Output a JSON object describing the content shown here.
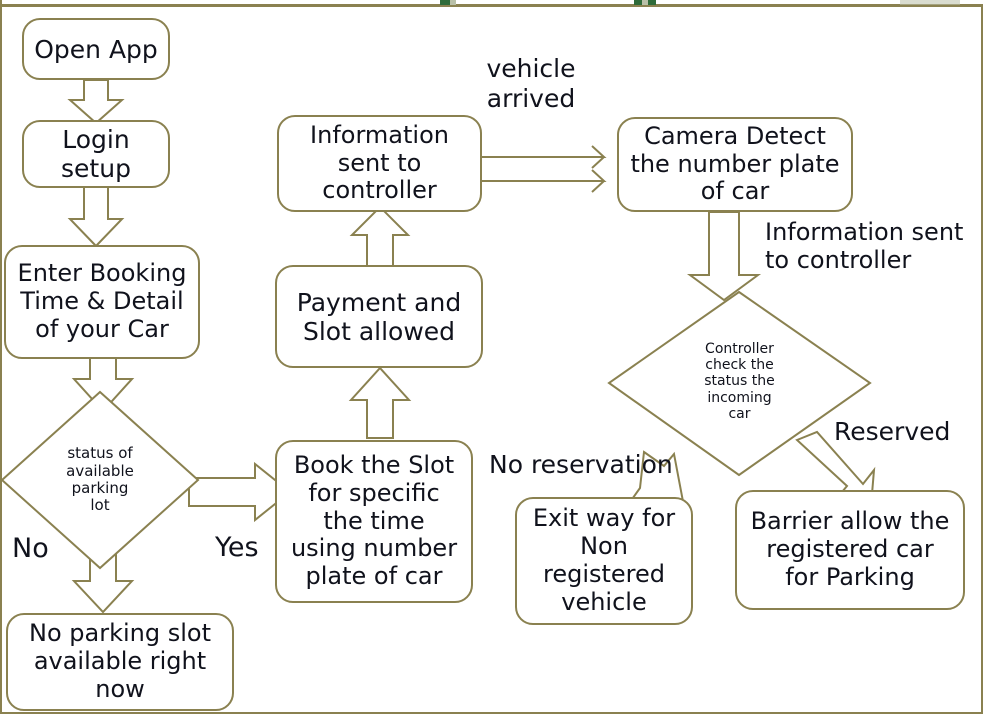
{
  "diagram": {
    "title": "Smart Parking System Flowchart",
    "type": "flowchart",
    "colors": {
      "stroke": "#8a8150",
      "text": "#10121c",
      "fill": "#ffffff",
      "frame": "#8a8150"
    },
    "nodes": [
      {
        "id": "open-app",
        "shape": "rounded-rect",
        "label": "Open App"
      },
      {
        "id": "login-setup",
        "shape": "rounded-rect",
        "label": "Login\nsetup"
      },
      {
        "id": "enter-booking",
        "shape": "rounded-rect",
        "label": "Enter Booking\nTime & Detail\nof your Car"
      },
      {
        "id": "status-decision",
        "shape": "diamond",
        "label": "status of\navailable\nparking\nlot"
      },
      {
        "id": "no-parking",
        "shape": "rounded-rect",
        "label": "No parking slot\navailable right\nnow"
      },
      {
        "id": "book-slot",
        "shape": "rounded-rect",
        "label": "Book the Slot\nfor specific\nthe time\nusing number\nplate of car"
      },
      {
        "id": "payment",
        "shape": "rounded-rect",
        "label": "Payment and\nSlot allowed"
      },
      {
        "id": "info-controller",
        "shape": "rounded-rect",
        "label": "Information\nsent to\ncontroller"
      },
      {
        "id": "camera-detect",
        "shape": "rounded-rect",
        "label": "Camera Detect\nthe number plate\nof car"
      },
      {
        "id": "controller-check",
        "shape": "diamond",
        "label": "Controller\ncheck the\nstatus the\nincoming\ncar"
      },
      {
        "id": "exit-way",
        "shape": "rounded-rect",
        "label": "Exit way for\nNon\nregistered\nvehicle"
      },
      {
        "id": "barrier-allow",
        "shape": "rounded-rect",
        "label": "Barrier allow the\nregistered car\nfor Parking"
      }
    ],
    "edge_labels": [
      {
        "id": "label-vehicle-arrived",
        "text": "vehicle\narrived"
      },
      {
        "id": "label-no",
        "text": "No"
      },
      {
        "id": "label-yes",
        "text": "Yes"
      },
      {
        "id": "label-info-sent",
        "text": "Information sent\n to controller"
      },
      {
        "id": "label-no-reservation",
        "text": "No reservation"
      },
      {
        "id": "label-reserved",
        "text": "Reserved"
      }
    ],
    "edges": [
      {
        "from": "open-app",
        "to": "login-setup",
        "label": ""
      },
      {
        "from": "login-setup",
        "to": "enter-booking",
        "label": ""
      },
      {
        "from": "enter-booking",
        "to": "status-decision",
        "label": ""
      },
      {
        "from": "status-decision",
        "to": "no-parking",
        "label": "No"
      },
      {
        "from": "status-decision",
        "to": "book-slot",
        "label": "Yes"
      },
      {
        "from": "book-slot",
        "to": "payment",
        "label": ""
      },
      {
        "from": "payment",
        "to": "info-controller",
        "label": ""
      },
      {
        "from": "info-controller",
        "to": "camera-detect",
        "label": "vehicle arrived"
      },
      {
        "from": "camera-detect",
        "to": "controller-check",
        "label": "Information sent to controller"
      },
      {
        "from": "controller-check",
        "to": "exit-way",
        "label": "No reservation"
      },
      {
        "from": "controller-check",
        "to": "barrier-allow",
        "label": "Reserved"
      }
    ]
  }
}
